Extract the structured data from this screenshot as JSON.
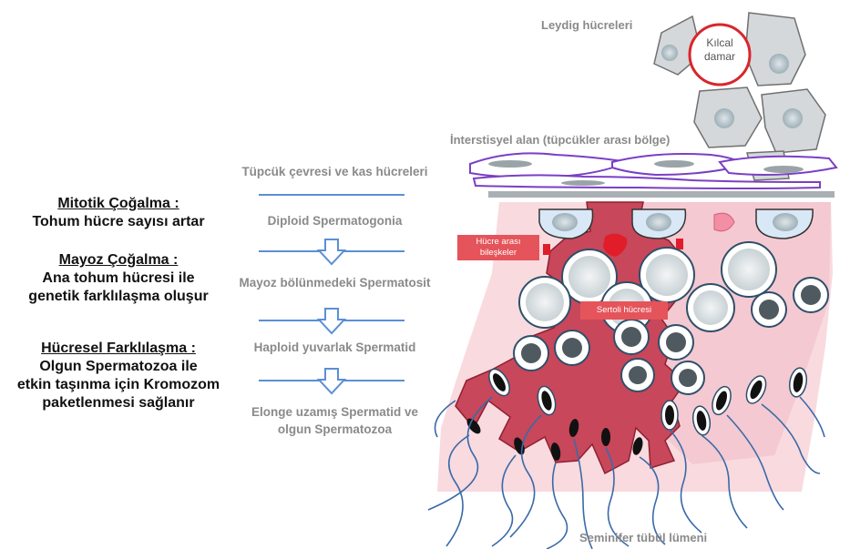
{
  "left_blocks": [
    {
      "heading": "Mitotik Çoğalma :",
      "lines": [
        "Tohum hücre sayısı artar"
      ]
    },
    {
      "heading": "Mayoz Çoğalma :",
      "lines": [
        "Ana tohum hücresi ile",
        "genetik farklılaşma oluşur"
      ]
    },
    {
      "heading": "Hücresel Farklılaşma :",
      "lines": [
        "Olgun Spermatozoa ile",
        "etkin taşınma için Kromozom",
        "paketlenmesi sağlanır"
      ]
    }
  ],
  "stages": [
    {
      "lines": [
        "Tüpcük çevresi ve kas hücreleri"
      ]
    },
    {
      "lines": [
        "Diploid Spermatogonia"
      ]
    },
    {
      "lines": [
        "Mayoz bölünmedeki Spermatosit"
      ]
    },
    {
      "lines": [
        "Haploid yuvarlak Spermatid"
      ]
    },
    {
      "lines": [
        "Elonge uzamış Spermatid ve",
        "olgun Spermatozoa"
      ]
    }
  ],
  "labels": {
    "leydig": "Leydig  hücreleri",
    "capillary_line1": "Kılcal",
    "capillary_line2": "damar",
    "interstitial": "İnterstisyel alan (tüpcükler arası bölge)",
    "junctions_line1": "Hücre arası",
    "junctions_line2": "bileşkeler",
    "sertoli": "Sertoli hücresi",
    "lumen": "Seminifer tübül lümeni"
  },
  "colors": {
    "arrow": "#5b8fd6",
    "sertoli": "#c8475a",
    "pink_tissue": "#f4c7cf",
    "basement": "#a9b0b4",
    "interstitial_cell": "#7a3fc4",
    "capillary": "#d8262c",
    "label_box": "#e4545a"
  }
}
